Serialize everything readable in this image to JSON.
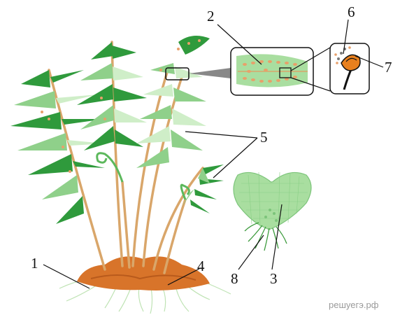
{
  "labels": {
    "l1": "1",
    "l2": "2",
    "l3": "3",
    "l4": "4",
    "l5": "5",
    "l6": "6",
    "l7": "7",
    "l8": "8"
  },
  "watermark": "решуегэ.рф",
  "colors": {
    "frond_dark": "#2f9a3c",
    "frond_light": "#8fd08a",
    "frond_pale": "#cfeec8",
    "stem": "#d9a66a",
    "soil": "#d8742a",
    "sorus": "#e8a06a",
    "prothallus": "#a9dea0",
    "rhizoid": "#3d9b3d"
  }
}
